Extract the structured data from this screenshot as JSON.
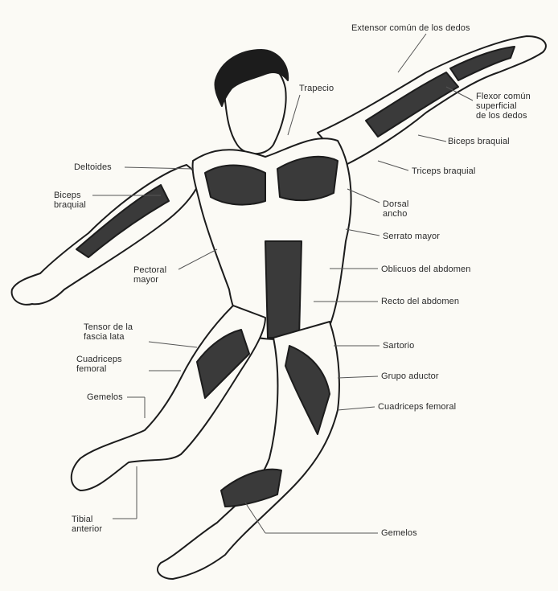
{
  "labels": {
    "extensor": "Extensor común de los dedos",
    "trapecio": "Trapecio",
    "flexor": "Flexor común\nsuperficial\nde los dedos",
    "biceps_r": "Biceps braquial",
    "deltoides": "Deltoides",
    "triceps": "Triceps braquial",
    "biceps_l": "Biceps\nbraquial",
    "dorsal": "Dorsal\nancho",
    "serrato": "Serrato mayor",
    "pectoral": "Pectoral\nmayor",
    "oblicuos": "Oblicuos del abdomen",
    "recto": "Recto del abdomen",
    "tensor": "Tensor de la\nfascia lata",
    "sartorio": "Sartorio",
    "cuadriceps_l": "Cuadriceps\nfemoral",
    "aductor": "Grupo aductor",
    "gemelos_l": "Gemelos",
    "cuadriceps_r": "Cuadriceps femoral",
    "tibial": "Tibial\nanterior",
    "gemelos_r": "Gemelos"
  },
  "colors": {
    "ink": "#1c1c1c",
    "muscle": "#3a3a3a",
    "skin": "#fbfaf5",
    "line": "#555555"
  }
}
